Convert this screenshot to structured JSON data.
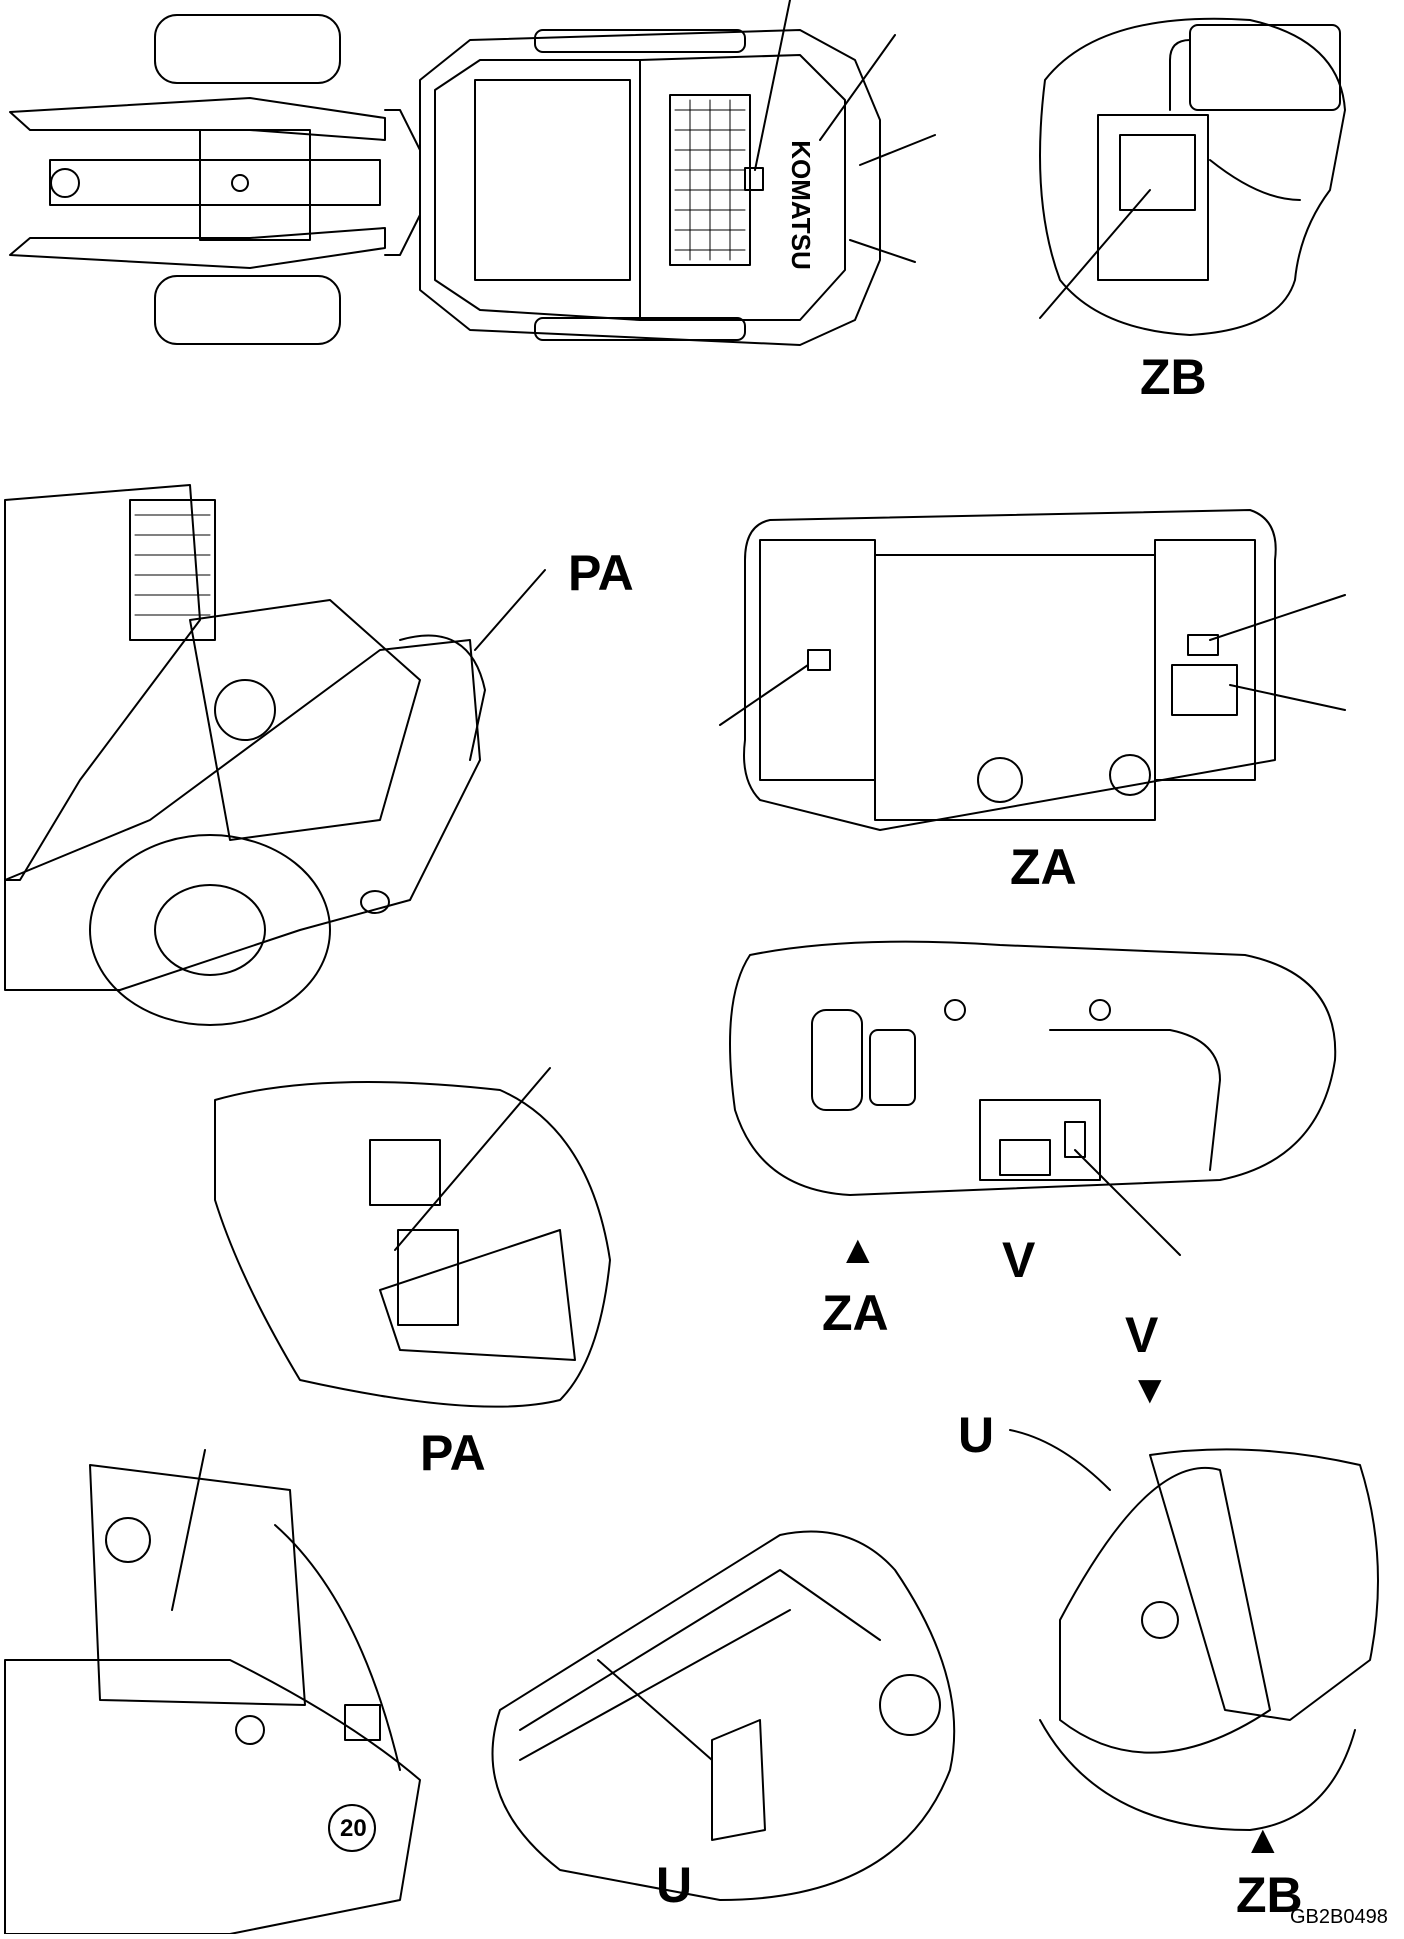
{
  "labels": {
    "zb_top": "ZB",
    "pa_top": "PA",
    "za_mid": "ZA",
    "v_mid": "V",
    "za_arrow": "ZA",
    "v_arrow": "V",
    "pa_bottom": "PA",
    "u_callout": "U",
    "u_bottom": "U",
    "zb_bottom": "ZB"
  },
  "brand_text": "KOMATSU",
  "speed_plate": "20",
  "drawing_code": "GB2B0498",
  "colors": {
    "line": "#000000",
    "background": "#ffffff"
  }
}
